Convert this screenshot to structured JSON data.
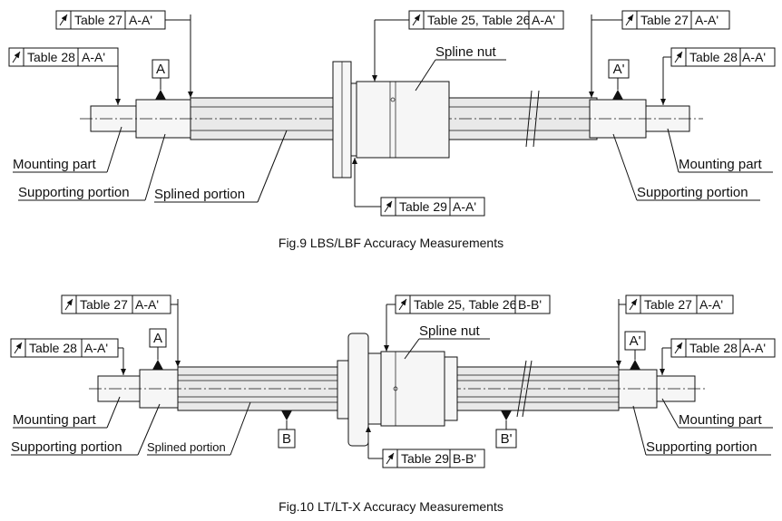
{
  "fig9": {
    "caption": "Fig.9 LBS/LBF Accuracy Measurements",
    "frame_t27_left": {
      "ref": "Table 27",
      "datum": "A-A'"
    },
    "frame_t25": {
      "ref": "Table 25, Table 26",
      "datum": "A-A'"
    },
    "frame_t27_right": {
      "ref": "Table 27",
      "datum": "A-A'"
    },
    "frame_t28_left": {
      "ref": "Table 28",
      "datum": "A-A'"
    },
    "frame_t28_right": {
      "ref": "Table 28",
      "datum": "A-A'"
    },
    "frame_t29": {
      "ref": "Table 29",
      "datum": "A-A'"
    },
    "datum_left": "A",
    "datum_right": "A'",
    "labels": {
      "spline_nut": "Spline nut",
      "mounting_left": "Mounting part",
      "supporting_left": "Supporting portion",
      "splined": "Splined portion",
      "mounting_right": "Mounting part",
      "supporting_right": "Supporting portion"
    }
  },
  "fig10": {
    "caption": "Fig.10 LT/LT-X Accuracy Measurements",
    "frame_t27_left": {
      "ref": "Table 27",
      "datum": "A-A'"
    },
    "frame_t25": {
      "ref": "Table 25, Table 26",
      "datum": "B-B'"
    },
    "frame_t27_right": {
      "ref": "Table 27",
      "datum": "A-A'"
    },
    "frame_t28_left": {
      "ref": "Table 28",
      "datum": "A-A'"
    },
    "frame_t28_right": {
      "ref": "Table 28",
      "datum": "A-A'"
    },
    "frame_t29": {
      "ref": "Table 29",
      "datum": "B-B'"
    },
    "datum_left": "A",
    "datum_right": "A'",
    "datum_b_left": "B",
    "datum_b_right": "B'",
    "labels": {
      "spline_nut": "Spline nut",
      "mounting_left": "Mounting part",
      "supporting_left": "Supporting portion",
      "splined": "Splined portion",
      "mounting_right": "Mounting part",
      "supporting_right": "Supporting portion"
    }
  },
  "runout_symbol": "circular-runout-arrow-icon"
}
